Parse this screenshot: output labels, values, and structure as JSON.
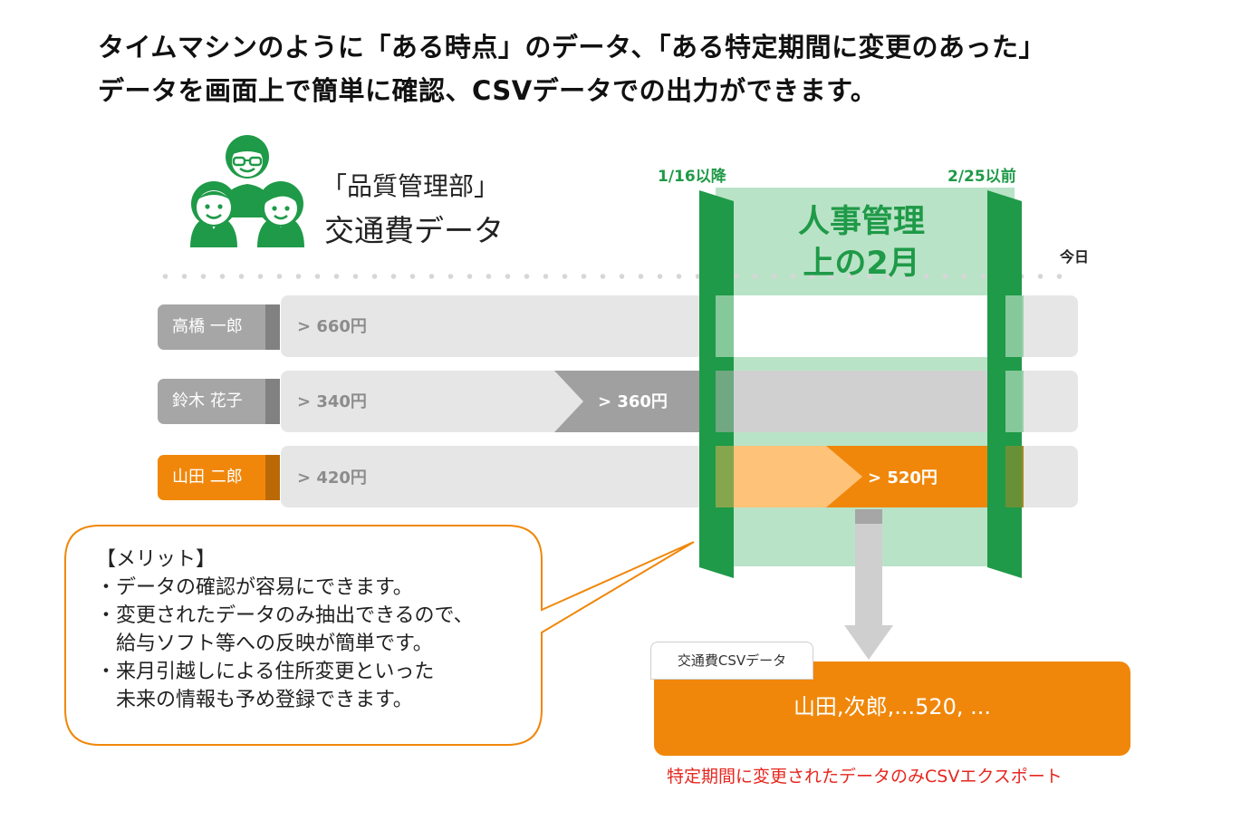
{
  "headline": {
    "line1": "タイムマシンのように「ある時点」のデータ、「ある特定期間に変更のあった」",
    "line2": "データを画面上で簡単に確認、CSVデータでの出力ができます。"
  },
  "department": {
    "title": "「品質管理部」",
    "subtitle": "交通費データ",
    "icon": "people-group-icon"
  },
  "timeline": {
    "start_label": "1/16以降",
    "end_label": "2/25以前",
    "period_line1": "人事管理",
    "period_line2": "上の2月",
    "today_label": "今日"
  },
  "rows": [
    {
      "name": "高橋 一郎",
      "value1": "> 660円"
    },
    {
      "name": "鈴木 花子",
      "value1": "> 340円",
      "value2": "> 360円"
    },
    {
      "name": "山田 二郎",
      "value1": "> 420円",
      "value2": "> 520円"
    }
  ],
  "callout": {
    "title": "【メリット】",
    "bullets": [
      "・データの確認が容易にできます。",
      "・変更されたデータのみ抽出できるので、",
      "　給与ソフト等への反映が簡単です。",
      "・来月引越しによる住所変更といった",
      "　未来の情報も予め登録できます。"
    ]
  },
  "csv": {
    "tab_label": "交通費CSVデータ",
    "content": "山田,次郎,...520, ...",
    "caption": "特定期間に変更されたデータのみCSVエクスポート"
  },
  "colors": {
    "green": "#1f9a48",
    "light_green": "#b9e3c7",
    "orange": "#f0870a",
    "light_orange": "#ffc279",
    "gray": "#a6a6a6",
    "dark_gray": "#a0a0a0",
    "red": "#e6271f"
  }
}
